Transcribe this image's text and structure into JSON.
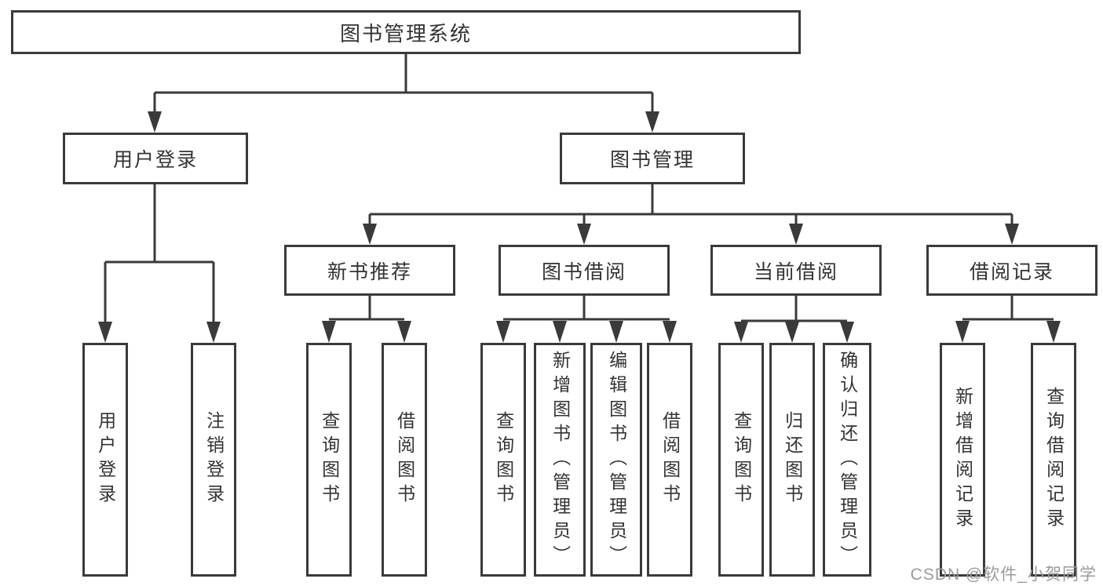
{
  "tree": {
    "root": {
      "label": "图书管理系统"
    },
    "user_login": {
      "label": "用户登录",
      "children": [
        {
          "label": "用户登录"
        },
        {
          "label": "注销登录"
        }
      ]
    },
    "book_mgmt": {
      "label": "图书管理",
      "sections": [
        {
          "label": "新书推荐",
          "children": [
            {
              "label": "查询图书"
            },
            {
              "label": "借阅图书"
            }
          ]
        },
        {
          "label": "图书借阅",
          "children": [
            {
              "label": "查询图书"
            },
            {
              "label": "新增图书（管理员）"
            },
            {
              "label": "编辑图书（管理员）"
            },
            {
              "label": "借阅图书"
            }
          ]
        },
        {
          "label": "当前借阅",
          "children": [
            {
              "label": "查询图书"
            },
            {
              "label": "归还图书"
            },
            {
              "label": "确认归还（管理员）"
            }
          ]
        },
        {
          "label": "借阅记录",
          "children": [
            {
              "label": "新增借阅记录"
            },
            {
              "label": "查询借阅记录"
            }
          ]
        }
      ]
    }
  },
  "watermark": {
    "text": "CSDN @软件_小贺同学"
  },
  "colors": {
    "line": "#3a3a3a",
    "text": "#333333",
    "watermark": "#9b9b9b",
    "background": "#ffffff"
  }
}
